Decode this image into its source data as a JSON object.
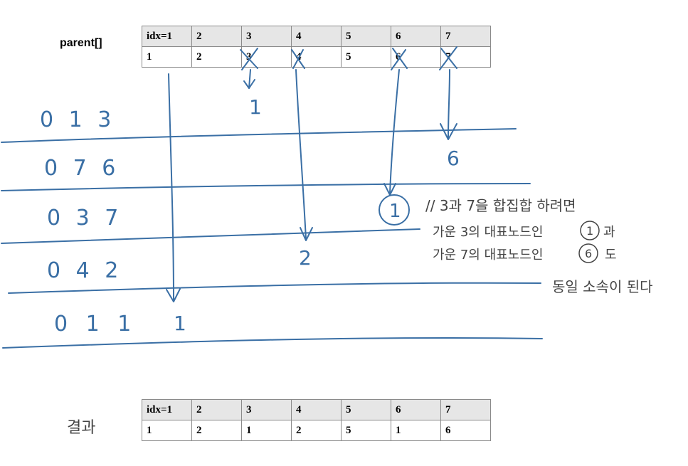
{
  "parent_label": "parent[]",
  "parent_table": {
    "header": [
      "idx=1",
      "2",
      "3",
      "4",
      "5",
      "6",
      "7"
    ],
    "values": [
      "1",
      "2",
      "3",
      "4",
      "5",
      "6",
      "7"
    ]
  },
  "result_label": "결과",
  "result_table": {
    "header": [
      "idx=1",
      "2",
      "3",
      "4",
      "5",
      "6",
      "7"
    ],
    "values": [
      "1",
      "2",
      "1",
      "2",
      "5",
      "1",
      "6"
    ]
  },
  "operations": [
    "0 1 3",
    "0 7 6",
    "0 3 7",
    "0 4 2",
    "0 1 1"
  ],
  "new_values": [
    "1",
    "6",
    "2",
    "1"
  ],
  "circled_root": "1",
  "note": {
    "line1": "// 3과 7을 합집합 하려면",
    "line2_prefix": "가운 3의 대표노드인",
    "line2_circle": "1",
    "line2_suffix": "과",
    "line3_prefix": "가운 7의 대표노드인",
    "line3_circle": "6",
    "line3_suffix": "도",
    "line4": "동일 소속이 된다"
  },
  "colors": {
    "ink": "#3a6fa5",
    "header_bg": "#e6e6e6",
    "border": "#8a8a8a"
  }
}
